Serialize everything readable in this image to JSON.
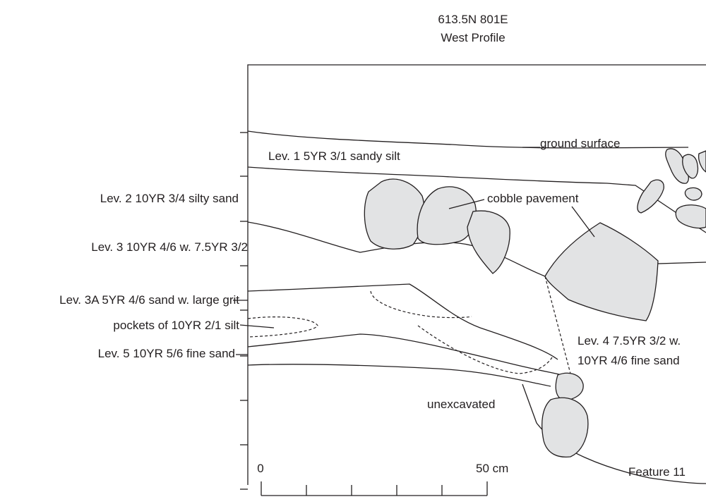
{
  "header": {
    "unit": "613.5N 801E",
    "profile": "West Profile"
  },
  "labels": {
    "ground_surface": "ground surface",
    "lev1": "Lev. 1  5YR 3/1 sandy silt",
    "lev2": "Lev. 2  10YR 3/4 silty sand",
    "cobble_pavement": "cobble pavement",
    "lev3": "Lev. 3  10YR 4/6 w. 7.5YR 3/2",
    "lev3a": "Lev. 3A  5YR 4/6 sand w. large grit",
    "pockets": "pockets of 10YR 2/1 silt",
    "lev5": "Lev. 5  10YR 5/6 fine sand",
    "lev4_line1": "Lev. 4  7.5YR 3/2 w.",
    "lev4_line2": "10YR 4/6 fine sand",
    "unexcavated": "unexcavated",
    "feature": "Feature 11"
  },
  "scale_bar": {
    "start_label": "0",
    "end_label": "50 cm"
  },
  "colors": {
    "ink": "#231f20",
    "stone_fill": "#e2e3e4"
  }
}
